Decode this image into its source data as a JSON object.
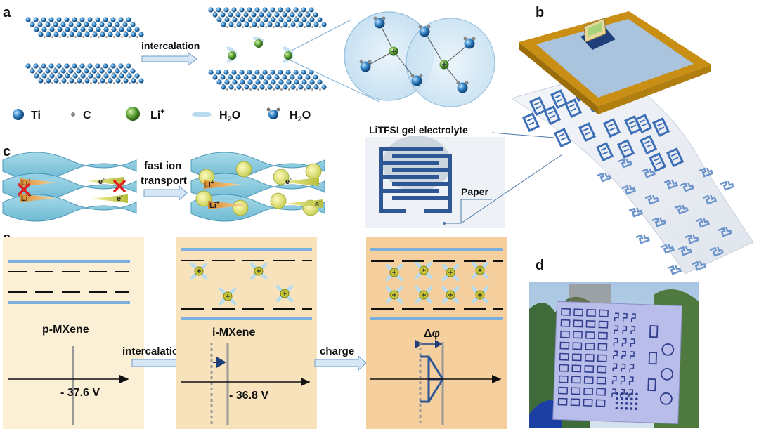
{
  "panels": {
    "a": "a",
    "b": "b",
    "c": "c",
    "d": "d",
    "e": "e"
  },
  "panel_a": {
    "arrow_label": "intercalation",
    "legend": {
      "ti": "Ti",
      "c": "C",
      "li": "Li",
      "li_sup": "+",
      "h2o_flake": "H",
      "h2o_flake_sub": "2",
      "h2o_flake_tail": "O",
      "h2o_molecule": "H",
      "h2o_molecule_sub": "2",
      "h2o_molecule_tail": "O"
    }
  },
  "panel_b": {
    "gel_label": "LiTFSI gel electrolyte",
    "paper_label": "Paper"
  },
  "panel_c": {
    "arrow_label_line1": "fast ion",
    "arrow_label_line2": "transport",
    "li_label": "Li",
    "li_sup": "+",
    "e_label": "e",
    "e_sup": "-"
  },
  "panel_e": {
    "p_title": "p-MXene",
    "p_potential": "- 37.6 V",
    "arrow1_label": "intercalation",
    "i_title": "i-MXene",
    "i_potential": "- 36.8 V",
    "arrow2_label": "charge",
    "delta_label": "Δφ"
  },
  "colors": {
    "ti_blue": "#2e7fc1",
    "carbon_grey": "#8a8a8a",
    "li_green": "#4c9a2a",
    "water_blue": "#b8dcef",
    "gold": "#d8a520",
    "device_blue": "#3d6fb8",
    "panel_e_bg1": "#fbf0d6",
    "panel_e_bg2": "#f8e2bc",
    "panel_e_bg3": "#f5cf9e",
    "layer_blue": "#7aaedb"
  }
}
